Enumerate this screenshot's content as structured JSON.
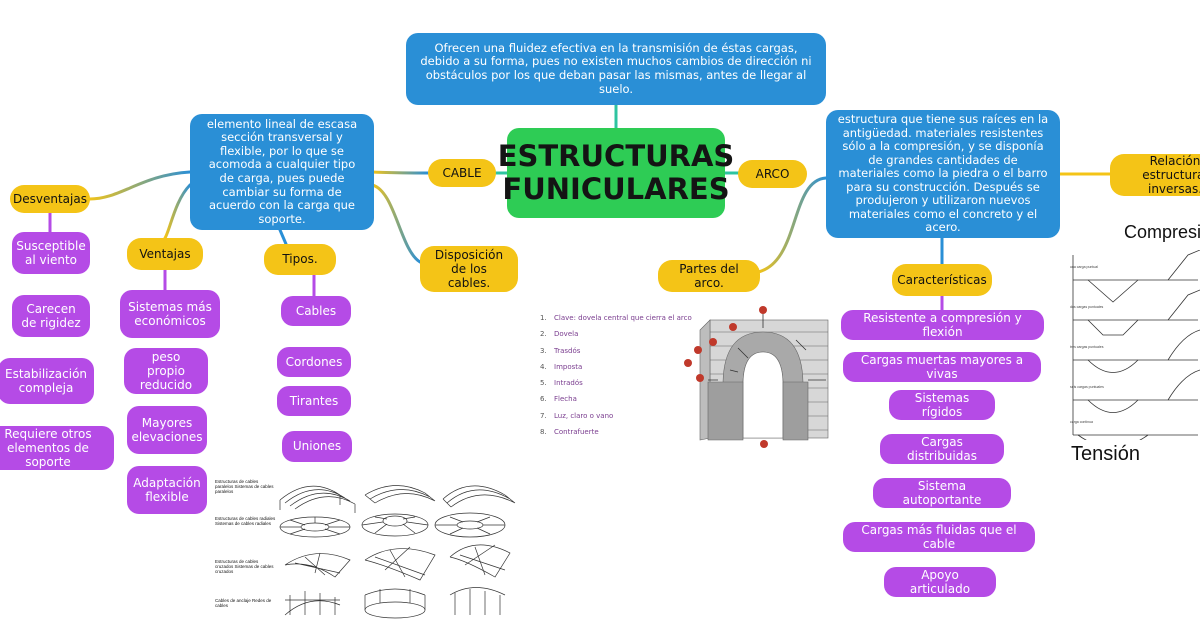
{
  "center": {
    "title": "ESTRUCTURAS FUNICULARES"
  },
  "top_note": "Ofrecen una fluidez efectiva en la transmisión de éstas cargas, debido a su forma, pues no existen muchos cambios de dirección ni obstáculos por los que deban pasar las mismas, antes de llegar al suelo.",
  "cable": {
    "label": "CABLE",
    "definition": "elemento lineal de escasa sección transversal y flexible, por lo que se acomoda a cualquier tipo de carga, pues puede cambiar su forma de acuerdo con la carga que soporte.",
    "desventajas": {
      "label": "Desventajas",
      "items": [
        "Susceptible al viento",
        "Carecen de rigidez",
        "Estabilización compleja",
        "Requiere otros elementos de soporte"
      ]
    },
    "ventajas": {
      "label": "Ventajas",
      "items": [
        "Sistemas más económicos",
        "peso propio reducido",
        "Mayores elevaciones",
        "Adaptación flexible"
      ]
    },
    "tipos": {
      "label": "Tipos.",
      "items": [
        "Cables",
        "Cordones",
        "Tirantes",
        "Uniones"
      ]
    },
    "disposicion": "Disposición de los cables.",
    "figure_captions": [
      "Estructuras de cables paralelos Sistemas de cables paralelos",
      "Estructuras de cables radiales Sistemas de cables radiales",
      "Estructuras de cables cruzados Sistemas de cables cruzados",
      "Cables de anclaje Redes de cables"
    ]
  },
  "arco": {
    "label": "ARCO",
    "definition": "estructura que tiene sus raíces en la antigüedad. materiales resistentes sólo a la compresión, y se disponía de grandes cantidades de materiales como la piedra o el barro para su construcción. Después se produjeron y utilizaron nuevos materiales como el concreto y el acero.",
    "relacion": "Relación estructural inversas.",
    "partes": {
      "label": "Partes del arco.",
      "items": [
        "Clave: dovela central que cierra el arco",
        "Dovela",
        "Trasdós",
        "Imposta",
        "Intradós",
        "Flecha",
        "Luz, claro o vano",
        "Contrafuerte"
      ]
    },
    "caracteristicas": {
      "label": "Características",
      "items": [
        "Resistente a compresión y flexión",
        "Cargas muertas mayores a vivas",
        "Sistemas rígidos",
        "Cargas distribuidas",
        "Sistema autoportante",
        "Cargas más fluidas que el cable",
        "Apoyo articulado"
      ]
    },
    "compresion_label": "Compresión",
    "tension_label": "Tensión"
  },
  "colors": {
    "central": "#2ecc55",
    "blue": "#2a8fd6",
    "yellow": "#f4c417",
    "purple": "#b54be6"
  }
}
